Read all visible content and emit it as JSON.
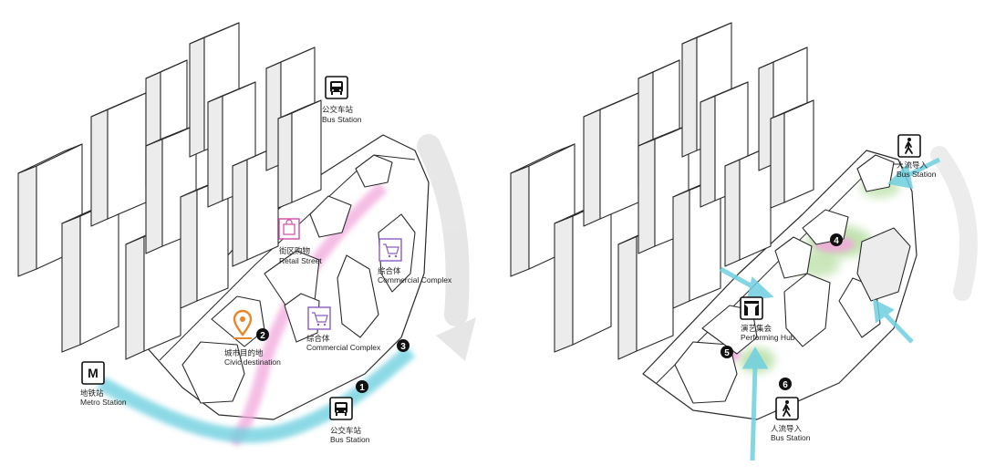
{
  "left_panel": {
    "bus_top": {
      "zh": "公交车站",
      "en": "Bus Station",
      "icon": "bus-icon"
    },
    "bus_bottom": {
      "zh": "公交车站",
      "en": "Bus Station",
      "icon": "bus-icon"
    },
    "metro": {
      "letter": "M",
      "zh": "地铁站",
      "en": "Metro Station",
      "icon": "metro-icon"
    },
    "retail": {
      "zh": "街区购物",
      "en": "Retail Street",
      "icon": "shopping-bag-icon"
    },
    "complex_right": {
      "zh": "综合体",
      "en": "Commercial Complex",
      "icon": "cart-icon"
    },
    "complex_center": {
      "zh": "综合体",
      "en": "Commercial Complex",
      "icon": "cart-icon"
    },
    "civic": {
      "zh": "城市目的地",
      "en": "Civic destination",
      "icon": "location-pin-icon"
    },
    "markers": [
      "1",
      "2",
      "3"
    ]
  },
  "right_panel": {
    "flow_top": {
      "zh": "人流导入",
      "en": "Bus Station",
      "icon": "pedestrian-icon"
    },
    "flow_bottom": {
      "zh": "人流导入",
      "en": "Bus Station",
      "icon": "pedestrian-icon"
    },
    "performing": {
      "zh": "演艺集会",
      "en": "Performing Hub",
      "icon": "stage-icon"
    },
    "markers": [
      "4",
      "5",
      "6"
    ]
  },
  "colors": {
    "pink": "#f2a8dc",
    "cyan": "#6fd0e0",
    "green": "#a8d890",
    "purple": "#8a5cc0",
    "orange": "#e8872a",
    "grey_arrow": "#dedede"
  }
}
